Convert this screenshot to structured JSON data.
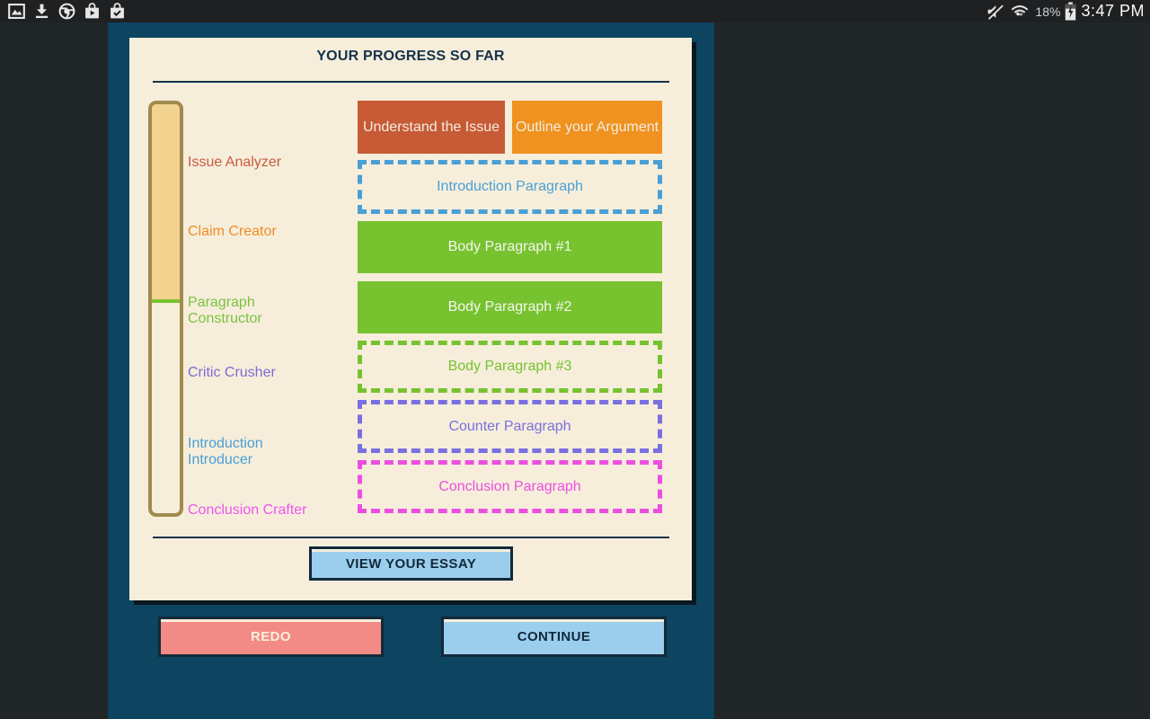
{
  "status_bar": {
    "time": "3:47 PM",
    "battery_percent": "18%",
    "left_icons": [
      "gallery-icon",
      "download-icon",
      "chrome-icon",
      "play-store-icon",
      "bag-check-icon"
    ],
    "right_icons": [
      "mute-icon",
      "wifi-icon",
      "battery-charging-icon"
    ]
  },
  "progress_card": {
    "title": "YOUR PROGRESS SO FAR",
    "view_essay_button": "VIEW YOUR ESSAY",
    "stages": [
      {
        "label": "Issue Analyzer",
        "color": "#c75b40",
        "status": "complete"
      },
      {
        "label": "Claim Creator",
        "color": "#ef8e25",
        "status": "complete"
      },
      {
        "label": "Paragraph Constructor",
        "color": "#7cc242",
        "status": "in-progress"
      },
      {
        "label": "Critic Crusher",
        "color": "#8169d6",
        "status": "incomplete"
      },
      {
        "label": "Introduction Introducer",
        "color": "#4a9fd4",
        "status": "incomplete"
      },
      {
        "label": "Conclusion Crafter",
        "color": "#ee55ee",
        "status": "incomplete"
      }
    ],
    "progress_bar": {
      "fill_percent": 48.5,
      "fill_color": "#f2d38f",
      "divider_color": "#7ac22f"
    },
    "steps": [
      {
        "label": "Understand the Issue",
        "status": "complete",
        "color": "#c75b35"
      },
      {
        "label": "Outline your Argument",
        "status": "complete",
        "color": "#f0921f"
      },
      {
        "label": "Introduction Paragraph",
        "status": "incomplete",
        "color": "#4a9fd4"
      },
      {
        "label": "Body Paragraph #1",
        "status": "complete",
        "color": "#77c22f"
      },
      {
        "label": "Body Paragraph #2",
        "status": "complete",
        "color": "#77c22f"
      },
      {
        "label": "Body Paragraph #3",
        "status": "incomplete",
        "color": "#77c22f"
      },
      {
        "label": "Counter Paragraph",
        "status": "incomplete",
        "color": "#7a6fde"
      },
      {
        "label": "Conclusion Paragraph",
        "status": "incomplete",
        "color": "#ec4fe0"
      }
    ]
  },
  "footer_buttons": {
    "redo": "REDO",
    "continue": "CONTINUE"
  },
  "palette": {
    "panel_teal": "#0d4460",
    "card_cream": "#f6eedb",
    "navy": "#12293a",
    "background_charcoal": "#212629",
    "button_blue": "#9bcdec",
    "button_salmon": "#f28b85"
  }
}
